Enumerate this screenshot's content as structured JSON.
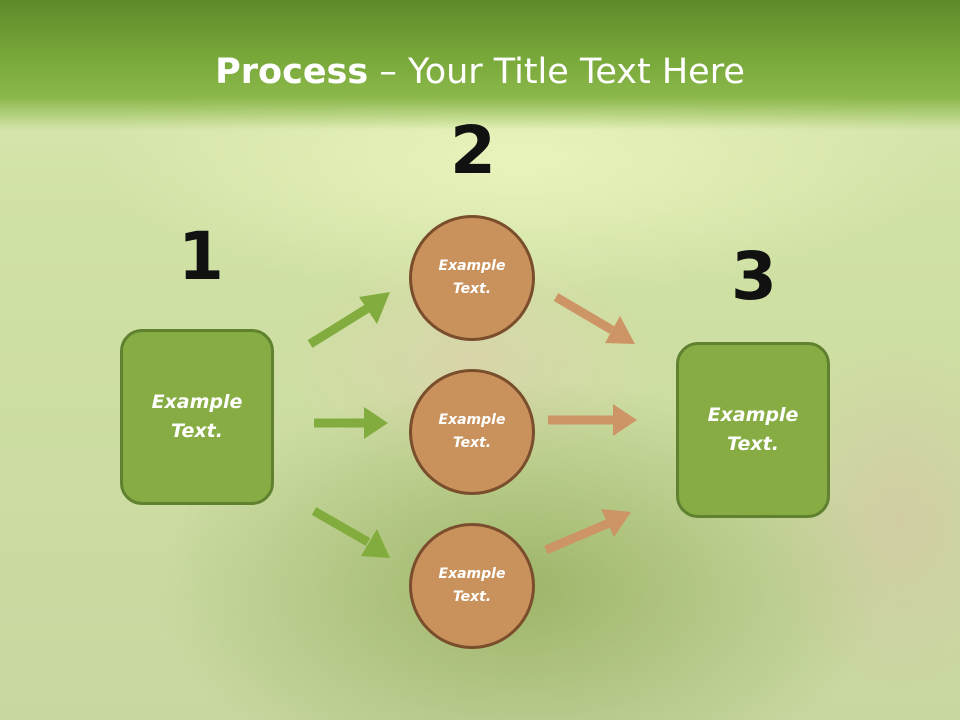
{
  "slide": {
    "title_bold": "Process",
    "title_rest": " – Your Title Text Here",
    "steps": [
      {
        "number": "1",
        "text": "Example\nText."
      },
      {
        "number": "2",
        "circles": [
          "Example\nText.",
          "Example\nText.",
          "Example\nText."
        ]
      },
      {
        "number": "3",
        "text": "Example\nText."
      }
    ]
  },
  "colors": {
    "green_box": "#86ac43",
    "circle_fill": "#c9925c",
    "green_arrow": "#82ad3e",
    "tan_arrow": "#cd9466"
  }
}
